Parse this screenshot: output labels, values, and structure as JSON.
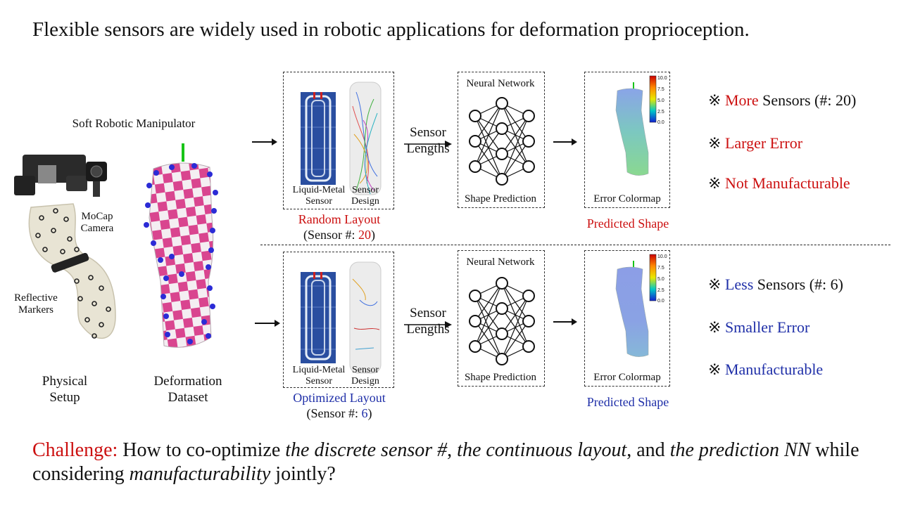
{
  "title": "Flexible sensors are widely used in robotic applications for deformation proprioception.",
  "left": {
    "heading": "Soft Robotic Manipulator",
    "mocap_line1": "MoCap",
    "mocap_line2": "Camera",
    "markers_line1": "Reflective",
    "markers_line2": "Markers",
    "physical_line1": "Physical",
    "physical_line2": "Setup",
    "dataset_line1": "Deformation",
    "dataset_line2": "Dataset"
  },
  "pipeline": {
    "liquid_metal_line1": "Liquid-Metal",
    "liquid_metal_line2": "Sensor",
    "sensor_design_line1": "Sensor",
    "sensor_design_line2": "Design",
    "arrow_line1": "Sensor",
    "arrow_line2": "Lengths",
    "nn_title": "Neural Network",
    "nn_caption": "Shape Prediction",
    "error_caption": "Error Colormap",
    "colorbar_ticks": [
      "10.0",
      "7.5",
      "5.0",
      "2.5",
      "0.0"
    ],
    "predicted_label": "Predicted Shape"
  },
  "top_row": {
    "layout_label": "Random Layout",
    "count_prefix": "(Sensor #: ",
    "count_value": "20",
    "count_suffix": ")",
    "bullets": [
      {
        "mark": "※",
        "highlight": "More",
        "rest": " Sensors (#: 20)"
      },
      {
        "mark": "※",
        "highlight": "Larger Error",
        "rest": ""
      },
      {
        "mark": "※",
        "highlight": "Not Manufacturable",
        "rest": ""
      }
    ]
  },
  "bottom_row": {
    "layout_label": "Optimized Layout",
    "count_prefix": "(Sensor #: ",
    "count_value": "6",
    "count_suffix": ")",
    "bullets": [
      {
        "mark": "※",
        "highlight": "Less",
        "rest": " Sensors (#: 6)"
      },
      {
        "mark": "※",
        "highlight": "Smaller Error",
        "rest": ""
      },
      {
        "mark": "※",
        "highlight": "Manufacturable",
        "rest": ""
      }
    ]
  },
  "challenge": {
    "label": "Challenge:",
    "t1": " How to co-optimize ",
    "i1": "the discrete sensor #",
    "t2": ", ",
    "i2": "the continuous layout",
    "t3": ", and ",
    "i3": "the prediction NN",
    "t4": " while considering ",
    "i4": "manufacturability",
    "t5": " jointly?"
  },
  "colors": {
    "red_accent": "#cc1010",
    "blue_accent": "#1f2fa8",
    "checker_pink": "#d9458f",
    "marker_blue": "#2b2bd6"
  }
}
